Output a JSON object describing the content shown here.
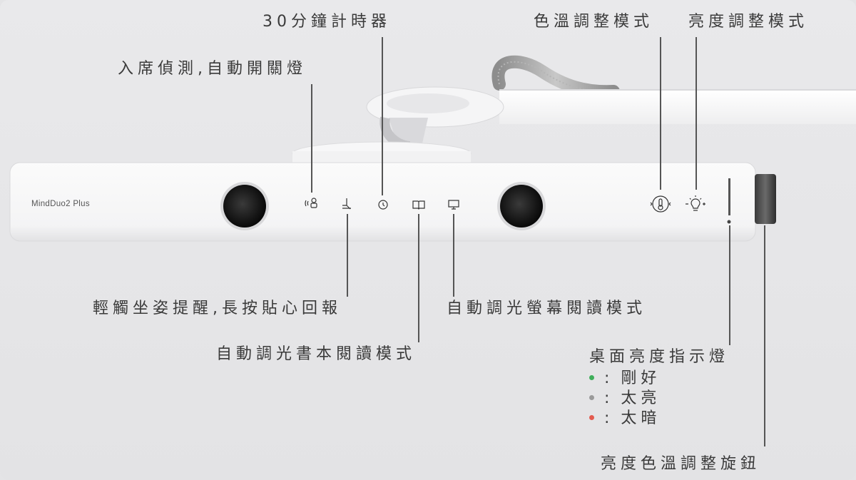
{
  "product": {
    "model": "MindDuo2 Plus"
  },
  "callouts": {
    "timer": "30分鐘計時器",
    "presence": "入席偵測,自動開關燈",
    "color_temp": "色溫調整模式",
    "brightness": "亮度調整模式",
    "posture": "輕觸坐姿提醒,長按貼心回報",
    "screen_mode": "自動調光螢幕閱讀模式",
    "book_mode": "自動調光書本閱讀模式",
    "indicator_title": "桌面亮度指示燈",
    "knob": "亮度色溫調整旋鈕"
  },
  "legend": [
    {
      "color": "#3fae5a",
      "separator": ":",
      "text": "剛好"
    },
    {
      "color": "#9a9a9a",
      "separator": ":",
      "text": "太亮"
    },
    {
      "color": "#e35b4f",
      "separator": ":",
      "text": "太暗"
    }
  ],
  "icons": [
    "presence-sensor-icon",
    "posture-icon",
    "timer-icon",
    "book-icon",
    "monitor-icon",
    "thermometer-icon",
    "bulb-icon"
  ]
}
